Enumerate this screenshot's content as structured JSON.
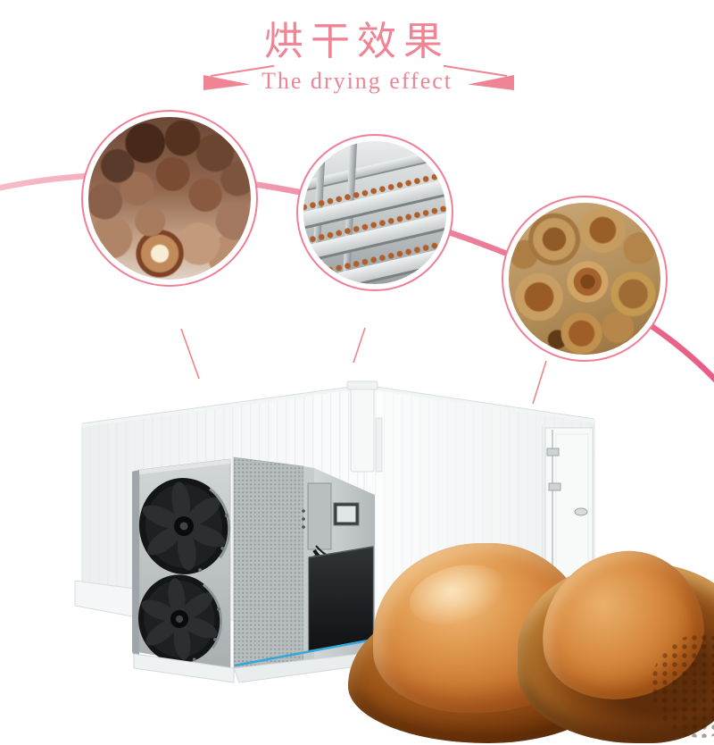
{
  "header": {
    "title": "烘干效果",
    "subtitle": "The drying effect"
  },
  "colors": {
    "accent_pink": "#ee8494",
    "ring_pink": "#ef7f95",
    "swoosh_start": "#f6bcc8",
    "swoosh_end": "#e85c83",
    "pointer_line": "#f08585",
    "machine_blue_accent": "#35a7db"
  },
  "photos": {
    "circle_1": "dried-longan-pile",
    "circle_2": "drying-rack-trays",
    "circle_3": "dried-lychee-shells",
    "foreground": "dried-longan-closeup"
  }
}
